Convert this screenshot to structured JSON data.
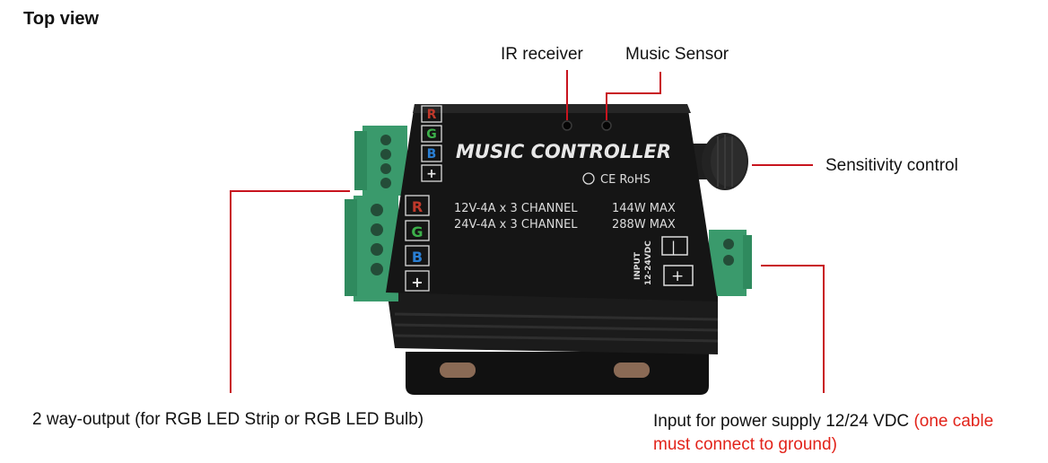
{
  "header": {
    "title": "Top view"
  },
  "callouts": {
    "ir_receiver": "IR receiver",
    "music_sensor": "Music Sensor",
    "sensitivity": "Sensitivity control",
    "output": "2 way-output (for RGB LED Strip or RGB LED Bulb)",
    "input_main": "Input for power supply 12/24 VDC ",
    "input_note_line1": "(one cable",
    "input_note_line2": "must connect to ground)"
  },
  "device": {
    "name": "MUSIC CONTROLLER",
    "marks": "CE RoHS",
    "spec_12v": "12V-4A x 3 CHANNEL",
    "spec_12v_max": "144W MAX",
    "spec_24v": "24V-4A x 3 CHANNEL",
    "spec_24v_max": "288W MAX",
    "input_label_1": "INPUT",
    "input_label_2": "12-24VDC",
    "channels": [
      "R",
      "G",
      "B",
      "+"
    ],
    "input_terminals": [
      "|",
      "+"
    ]
  },
  "colors": {
    "leader_line": "#c8141e",
    "note_text": "#e2231a",
    "device_body": "#151515",
    "terminal_green": "#3a9a6c",
    "ch_r": "#c0392b",
    "ch_g": "#3cb04a",
    "ch_b": "#2a7fd4"
  }
}
